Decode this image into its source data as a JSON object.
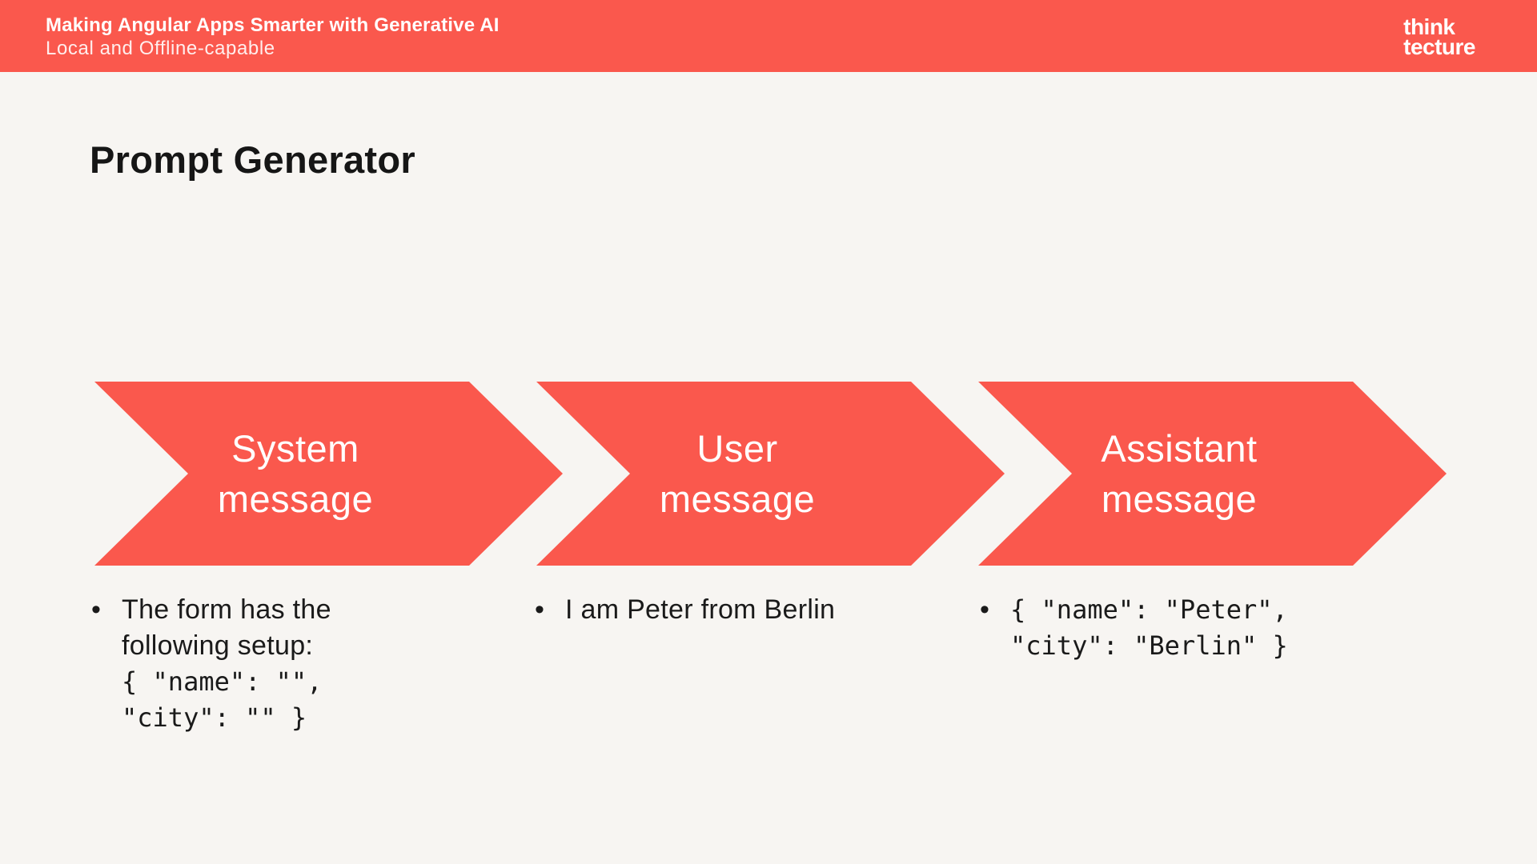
{
  "header": {
    "title": "Making Angular Apps Smarter with Generative AI",
    "subtitle": "Local and Offline-capable",
    "logo_line1": "think",
    "logo_line2": "tecture"
  },
  "slide": {
    "title": "Prompt Generator"
  },
  "bullet_char": "•",
  "steps": [
    {
      "title_lines": [
        "System",
        "message"
      ],
      "bullet_sans_lines": [
        "The form has the",
        "following setup:"
      ],
      "bullet_mono_lines": [
        "{ \"name\": \"\",",
        "\"city\": \"\" }"
      ]
    },
    {
      "title_lines": [
        "User",
        "message"
      ],
      "bullet_sans_lines": [
        "I am Peter from Berlin"
      ],
      "bullet_mono_lines": []
    },
    {
      "title_lines": [
        "Assistant",
        "message"
      ],
      "bullet_sans_lines": [],
      "bullet_mono_lines": [
        "{ \"name\": \"Peter\",",
        "\"city\": \"Berlin\" }"
      ]
    }
  ],
  "colors": {
    "accent_red": "#fa584d",
    "background": "#f7f5f2",
    "text": "#1a1a1a",
    "white": "#ffffff"
  }
}
